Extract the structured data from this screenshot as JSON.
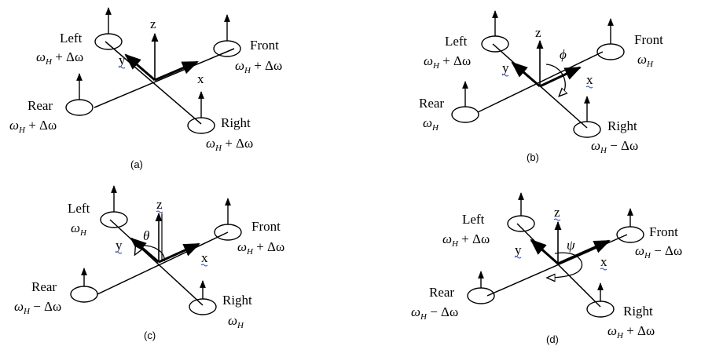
{
  "panels": [
    {
      "caption": "(a)",
      "axes": {
        "x": "x",
        "y": "y",
        "z": "z"
      },
      "rotation_symbol": "",
      "rotors": {
        "left": {
          "name": "Left",
          "speed": "ωH + Δω"
        },
        "front": {
          "name": "Front",
          "speed": "ωH + Δω"
        },
        "rear": {
          "name": "Rear",
          "speed": "ωH + Δω"
        },
        "right": {
          "name": "Right",
          "speed": "ωH + Δω"
        }
      }
    },
    {
      "caption": "(b)",
      "axes": {
        "x": "x",
        "y": "y",
        "z": "z"
      },
      "rotation_symbol": "ϕ",
      "rotors": {
        "left": {
          "name": "Left",
          "speed": "ωH + Δω"
        },
        "front": {
          "name": "Front",
          "speed": "ωH"
        },
        "rear": {
          "name": "Rear",
          "speed": "ωH"
        },
        "right": {
          "name": "Right",
          "speed": "ωH − Δω"
        }
      }
    },
    {
      "caption": "(c)",
      "axes": {
        "x": "x",
        "y": "y",
        "z": "z"
      },
      "rotation_symbol": "θ",
      "rotors": {
        "left": {
          "name": "Left",
          "speed": "ωH"
        },
        "front": {
          "name": "Front",
          "speed": "ωH + Δω"
        },
        "rear": {
          "name": "Rear",
          "speed": "ωH − Δω"
        },
        "right": {
          "name": "Right",
          "speed": "ωH"
        }
      }
    },
    {
      "caption": "(d)",
      "axes": {
        "x": "x",
        "y": "y",
        "z": "z"
      },
      "rotation_symbol": "ψ",
      "rotors": {
        "left": {
          "name": "Left",
          "speed": "ωH + Δω"
        },
        "front": {
          "name": "Front",
          "speed": "ωH − Δω"
        },
        "rear": {
          "name": "Rear",
          "speed": "ωH − Δω"
        },
        "right": {
          "name": "Right",
          "speed": "ωH + Δω"
        }
      }
    }
  ]
}
